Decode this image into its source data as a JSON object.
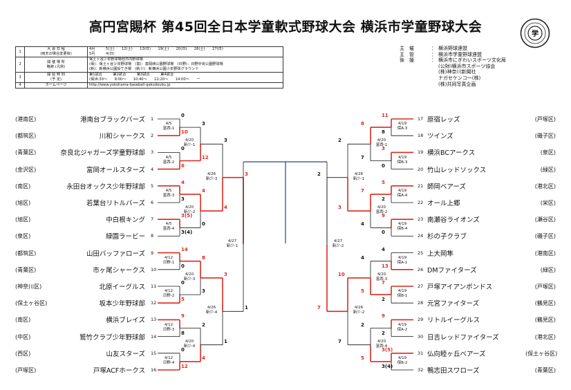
{
  "title": "高円宮賜杯 第45回全日本学童軟式野球大会 横浜市学童野球大会",
  "info": {
    "rows": [
      {
        "no": "1",
        "head": "大 会 日 程",
        "sub": "(雨天の場合変更有)",
        "lines": [
          "4月　　　5(土)　　12(土)　　13(日)　　19(土)　　20(日)　　26(土)　　27(日)",
          "5月　　　4(日)"
        ]
      },
      {
        "no": "2",
        "head": "開 催 場 所",
        "sub": "略称 (凡例)",
        "lines": [
          "保土ヶ谷少年野球場他市内野球場",
          "(保)：保土ヶ谷少年野球場　(富)：富岡西公園野球場　(日野)：日野中央公園野球場",
          "(新)：新横浜公園投てき場　(新少)：新横浜公園少年野球グラウンド"
        ]
      },
      {
        "no": "3",
        "head": "開 始 時 刻",
        "sub": "(予 定)",
        "lines": [
          "第1試合　　　第2試合　　　第3試合　　　第4試合",
          "(保)8:30～　　9:00～　　10:40～　　12:20～　　14:00～　　ー"
        ]
      },
      {
        "no": "4",
        "head": "ホームページ",
        "sub": "",
        "lines": [
          "http://www.yokohama-baseball-gakudoubu.jp"
        ]
      }
    ]
  },
  "organizers": [
    {
      "k": "主　催",
      "v": [
        "横浜野球連盟"
      ]
    },
    {
      "k": "主　管",
      "v": [
        "横浜市学童野球連盟"
      ]
    },
    {
      "k": "後　援",
      "v": [
        "横浜市にぎわいスポーツ文化局",
        "(公財)横浜市スポーツ協会",
        "(株)神奈川新聞社",
        "ナガセケンコー(株)",
        "(株)共同写真企画"
      ]
    }
  ],
  "left_teams": [
    {
      "no": "1",
      "dist": "(港南区)",
      "name": "港南台ブラックバーズ"
    },
    {
      "no": "2",
      "dist": "(都筑区)",
      "name": "川和シャークス"
    },
    {
      "no": "3",
      "dist": "(青葉区)",
      "name": "奈良北ジャガーズ学童野球部"
    },
    {
      "no": "4",
      "dist": "(金沢区)",
      "name": "富岡オールスターズ"
    },
    {
      "no": "5",
      "dist": "(南区)",
      "name": "永田台オックス少年野球部"
    },
    {
      "no": "6",
      "dist": "(旭区)",
      "name": "若葉台リトルバーズ"
    },
    {
      "no": "7",
      "dist": "(旭区)",
      "name": "中白根キング"
    },
    {
      "no": "8",
      "dist": "(泉区)",
      "name": "緑園ラービー"
    },
    {
      "no": "9",
      "dist": "(都筑区)",
      "name": "山田バッファローズ"
    },
    {
      "no": "10",
      "dist": "(青葉区)",
      "name": "市ヶ尾シャークス"
    },
    {
      "no": "11",
      "dist": "(神奈川区)",
      "name": "北原イーグルス"
    },
    {
      "no": "12",
      "dist": "(保土ヶ谷区)",
      "name": "坂本少年野球部"
    },
    {
      "no": "13",
      "dist": "(南区)",
      "name": "横浜ブレイズ"
    },
    {
      "no": "14",
      "dist": "(中区)",
      "name": "鷲竹クラブ少年野球部"
    },
    {
      "no": "15",
      "dist": "(西区)",
      "name": "山友スターズ"
    },
    {
      "no": "16",
      "dist": "(戸塚区)",
      "name": "戸塚ACFホークス"
    }
  ],
  "right_teams": [
    {
      "no": "17",
      "dist": "(戸塚区)",
      "name": "原宿レッズ"
    },
    {
      "no": "18",
      "dist": "(磯子区)",
      "name": "ツインズ"
    },
    {
      "no": "19",
      "dist": "(泉区)",
      "name": "横浜BCアークス"
    },
    {
      "no": "20",
      "dist": "(緑区)",
      "name": "竹山レッドソックス"
    },
    {
      "no": "21",
      "dist": "(港北区)",
      "name": "師岡ベアーズ"
    },
    {
      "no": "22",
      "dist": "(栄区)",
      "name": "オール上郷"
    },
    {
      "no": "23",
      "dist": "(瀬谷区)",
      "name": "南瀬谷ライオンズ"
    },
    {
      "no": "24",
      "dist": "(磯子区)",
      "name": "杉の子クラブ"
    },
    {
      "no": "25",
      "dist": "(港南区)",
      "name": "上大岡隼"
    },
    {
      "no": "26",
      "dist": "(緑区)",
      "name": "DMファイターズ"
    },
    {
      "no": "27",
      "dist": "(戸塚区)",
      "name": "戸塚アイアンボンドス"
    },
    {
      "no": "28",
      "dist": "(鶴見区)",
      "name": "元宮ファイターズ"
    },
    {
      "no": "29",
      "dist": "(鶴見区)",
      "name": "リトルイーグルス"
    },
    {
      "no": "30",
      "dist": "(港北区)",
      "name": "日吉レッドファイターズ"
    },
    {
      "no": "31",
      "dist": "(保土ヶ谷区)",
      "name": "仏向睦ヶ丘ベアーズ"
    },
    {
      "no": "32",
      "dist": "(青葉区)",
      "name": "鴨志田スワローズ"
    }
  ],
  "r1_left": [
    {
      "date": "4/5",
      "venue": "富西-1",
      "top": "0",
      "bot": "10"
    },
    {
      "date": "4/5",
      "venue": "富西-2",
      "top": "0",
      "bot": "6"
    },
    {
      "date": "4/5",
      "venue": "富西-3",
      "top": "4",
      "bot": "3"
    },
    {
      "date": "4/5",
      "venue": "富西-4",
      "top": "3(5)",
      "bot": "3(4)"
    },
    {
      "date": "4/12",
      "venue": "日野-1",
      "top": "14",
      "bot": "0"
    },
    {
      "date": "4/12",
      "venue": "日野-2",
      "top": "0",
      "bot": "5"
    },
    {
      "date": "4/12",
      "venue": "日野-3",
      "top": "9",
      "bot": "8"
    },
    {
      "date": "4/12",
      "venue": "日野-4",
      "top": "0",
      "bot": "12"
    }
  ],
  "r1_right": [
    {
      "date": "4/19",
      "venue": "保A-3",
      "top": "11",
      "bot": "8"
    },
    {
      "date": "4/19",
      "venue": "保B-3",
      "top": "3",
      "bot": "0"
    },
    {
      "date": "4/19",
      "venue": "保A-4",
      "top": "5",
      "bot": "2"
    },
    {
      "date": "4/19",
      "venue": "保B-4",
      "top": "9",
      "bot": "0"
    },
    {
      "date": "4/19",
      "venue": "保A-1",
      "top": "4",
      "bot": "13"
    },
    {
      "date": "4/19",
      "venue": "保B-1",
      "top": "7",
      "bot": "2"
    },
    {
      "date": "4/19",
      "venue": "保A-2",
      "top": "9",
      "bot": "2"
    },
    {
      "date": "4/19",
      "venue": "保B-2",
      "top": "3(5)",
      "bot": "3(4)"
    }
  ],
  "r2_left": [
    {
      "date": "4/20",
      "venue": "新少-1",
      "top": "3",
      "bot": "12"
    },
    {
      "date": "4/20",
      "venue": "新少-2",
      "top": "4",
      "bot": "0"
    },
    {
      "date": "4/20",
      "venue": "新少-3",
      "top": "8",
      "bot": "3"
    },
    {
      "date": "4/20",
      "venue": "新少-4",
      "top": "2",
      "bot": "4"
    }
  ],
  "r2_right": [
    {
      "date": "4/20",
      "venue": "富西-1",
      "top": "8",
      "bot": "7"
    },
    {
      "date": "4/20",
      "venue": "富西-2",
      "top": "7",
      "bot": "4"
    },
    {
      "date": "4/20",
      "venue": "富西-3",
      "top": "4",
      "bot": "5"
    },
    {
      "date": "4/20",
      "venue": "富西-4",
      "top": "2",
      "bot": "5"
    }
  ],
  "r3_left": [
    {
      "date": "4/26",
      "venue": "新少-3",
      "top": "3",
      "bot": "4"
    },
    {
      "date": "4/26",
      "venue": "新少-4",
      "top": "3",
      "bot": "1"
    }
  ],
  "r3_right": [
    {
      "date": "4/26",
      "venue": "新少-1",
      "top": "2",
      "bot": "3"
    },
    {
      "date": "4/26",
      "venue": "新少-2",
      "top": "10",
      "bot": "7"
    }
  ],
  "r4_left": {
    "date": "4/27",
    "venue": "新少-1",
    "top": "3",
    "bot": "1"
  },
  "r4_right": {
    "date": "4/27",
    "venue": "新少-2",
    "top": "2",
    "bot": "7"
  }
}
